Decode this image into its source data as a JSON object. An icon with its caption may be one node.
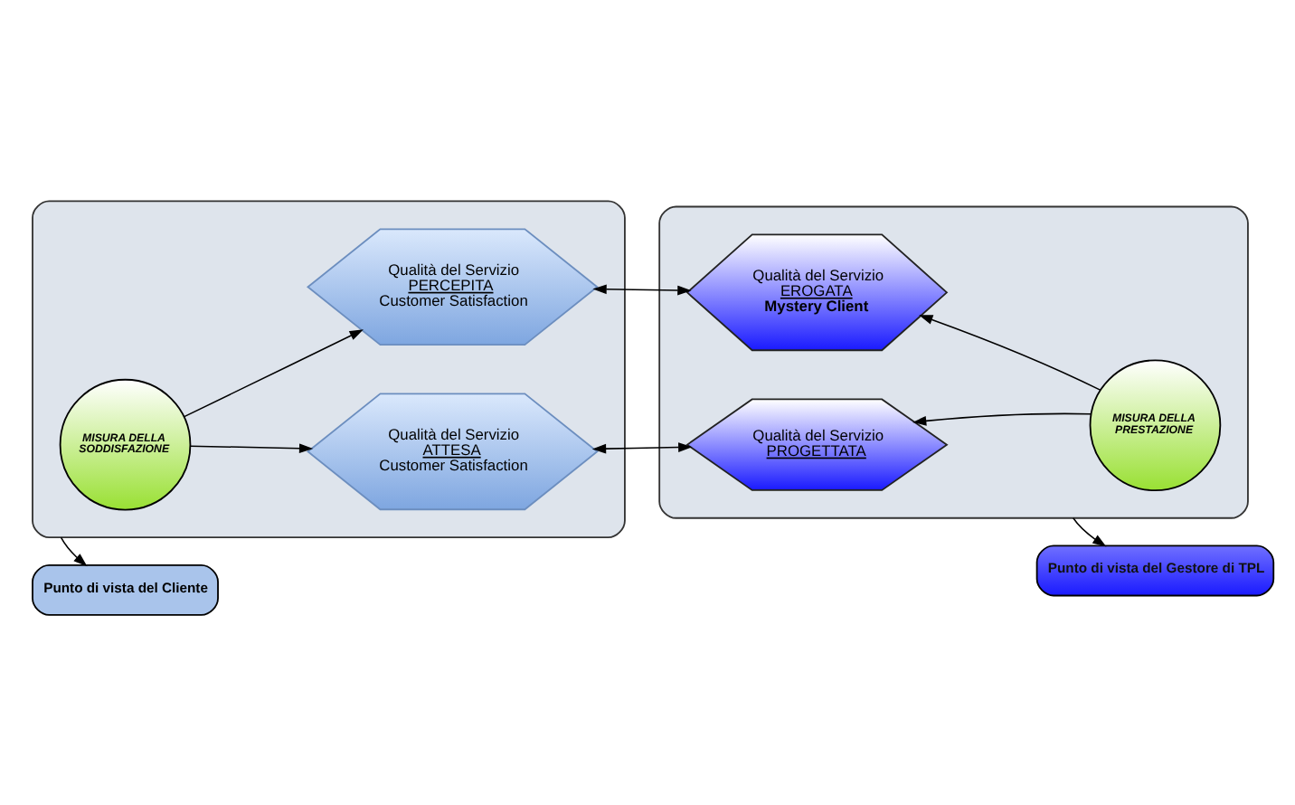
{
  "diagram": {
    "nodes": [
      {
        "text": [
          "Punto di vista del Cliente"
        ]
      },
      {
        "text": [
          "Punto di vista del Gestore di TPL"
        ]
      },
      {
        "text": [],
        "shape": "box"
      },
      {
        "text": [
          "Qualità del Servizio",
          "ATTESA",
          "Customer Satisfaction"
        ],
        "in": 2
      },
      {
        "text": [
          "MISURA DELLA SODDISFAZIONE"
        ],
        "in": 2
      },
      {
        "text": [
          "Qualità del Servizio",
          "PERCEPITA",
          "Customer Satisfaction"
        ],
        "in": 2
      },
      {
        "text": [],
        "shape": "box"
      },
      {
        "text": [
          "Qualità del Servizio",
          "PROGETTATA"
        ],
        "in": 6
      },
      {
        "text": [
          "MISURA DELLA PRESTAZIONE"
        ],
        "in": 6
      },
      {
        "text": [
          "Qualità del Servizio",
          "EROGATA",
          "Mystery Client"
        ],
        "in": 6
      }
    ],
    "edges": [
      {
        "from": 2,
        "to": 0,
        "arrow": "to"
      },
      {
        "from": 6,
        "to": 1,
        "arrow": "to"
      },
      {
        "from": 4,
        "to": 3,
        "arrow": "to"
      },
      {
        "from": 4,
        "to": 5,
        "arrow": "to"
      },
      {
        "from": 3,
        "to": 7,
        "arrow": "both"
      },
      {
        "from": 5,
        "to": 9,
        "arrow": "both"
      },
      {
        "from": 8,
        "to": 7,
        "arrow": "to"
      },
      {
        "from": 8,
        "to": 9,
        "arrow": "to"
      }
    ]
  }
}
